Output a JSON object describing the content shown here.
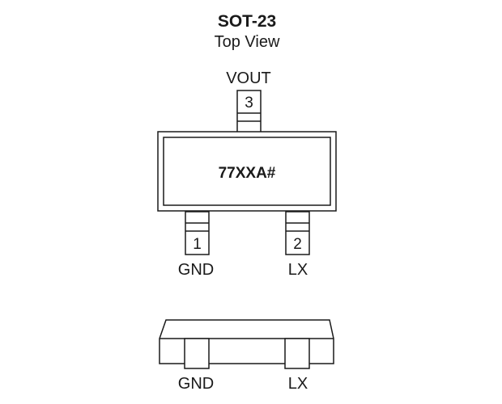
{
  "package": {
    "title": "SOT-23",
    "subtitle": "Top View",
    "marking": "77XXA#"
  },
  "pins": [
    {
      "number": "3",
      "name": "VOUT"
    },
    {
      "number": "1",
      "name": "GND"
    },
    {
      "number": "2",
      "name": "LX"
    }
  ],
  "side_view": {
    "left_label": "GND",
    "right_label": "LX"
  }
}
